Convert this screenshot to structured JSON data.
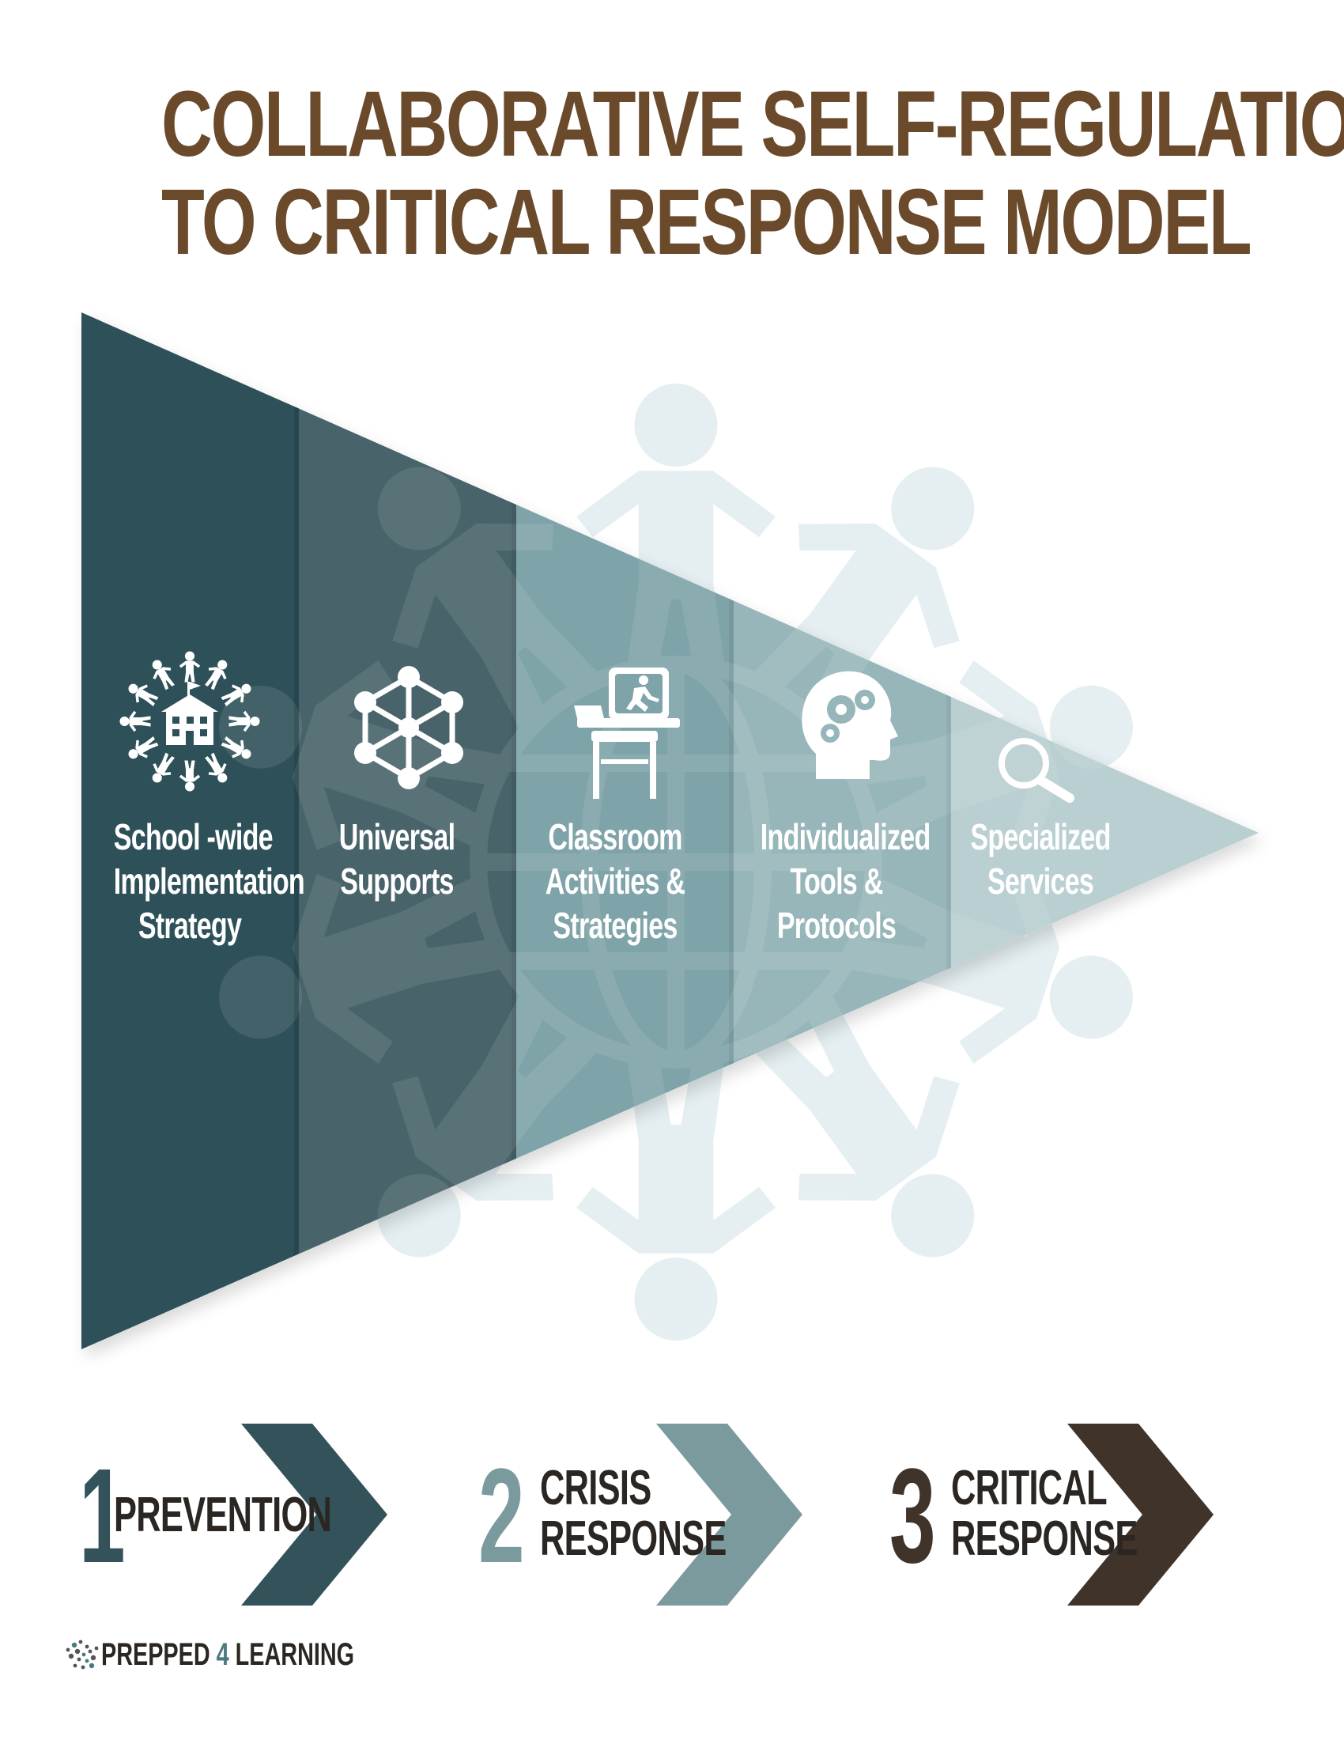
{
  "title": {
    "line1": "COLLABORATIVE SELF-REGULATION",
    "line2": "TO CRITICAL RESPONSE MODEL"
  },
  "colors": {
    "title": "#6b4a2b",
    "segment_1": "#2e5058",
    "segment_2": "#48636a",
    "segment_3": "#7ea3a8",
    "segment_4": "#97b6ba",
    "segment_5": "#b9cfd1",
    "background_figures": "#e5eff1",
    "prevention": "#34525a",
    "crisis": "#7a9a9d",
    "critical": "#40332a"
  },
  "segments": [
    {
      "icon": "school-community-icon",
      "lines": [
        "School -wide",
        "Implementation",
        "Strategy"
      ]
    },
    {
      "icon": "network-icon",
      "lines": [
        "Universal",
        "Supports"
      ]
    },
    {
      "icon": "desk-running-icon",
      "lines": [
        "Classroom",
        "Activities &",
        "Strategies"
      ]
    },
    {
      "icon": "head-gears-icon",
      "lines": [
        "Individualized",
        "Tools &",
        "Protocols"
      ]
    },
    {
      "icon": "magnifier-icon",
      "lines": [
        "Specialized",
        "Services"
      ]
    }
  ],
  "phases": [
    {
      "number": "1",
      "lines": [
        "PREVENTION"
      ]
    },
    {
      "number": "2",
      "lines": [
        "CRISIS",
        "RESPONSE"
      ]
    },
    {
      "number": "3",
      "lines": [
        "CRITICAL",
        "RESPONSE"
      ]
    }
  ],
  "brand": {
    "pre": "PREPPED ",
    "num": "4",
    "post": " LEARNING"
  }
}
